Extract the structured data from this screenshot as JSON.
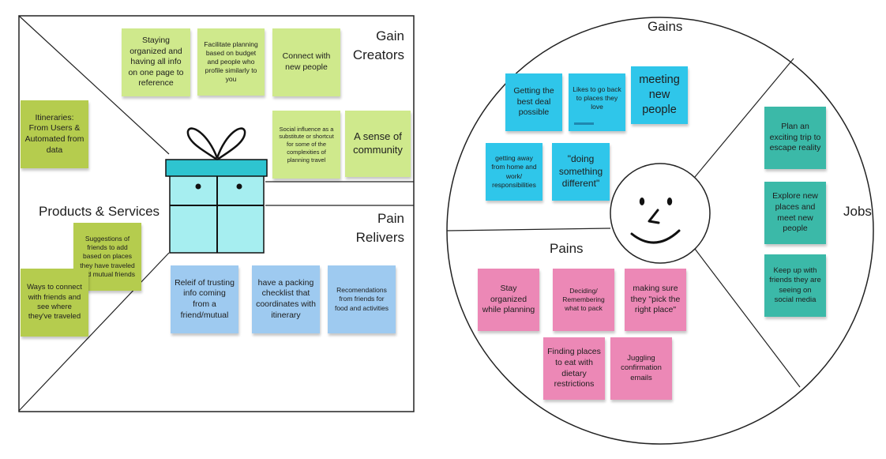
{
  "value_map": {
    "gain_creators_title": "Gain\nCreators",
    "pain_relievers_title": "Pain\nRelivers",
    "products_services_title": "Products & Services",
    "gain_creators": [
      "Staying organized and having all info on one page to reference",
      "Facilitate planning based on budget and people who profile similarly to you",
      "Connect with new people",
      "Social influence as a substitute or shortcut for some of the complexities of planning travel",
      "A sense of community"
    ],
    "products_services": [
      "Itineraries: From Users & Automated from data",
      "Suggestions of friends to add based on places they have traveled and mutual friends",
      "Ways to connect with friends and see where they've traveled"
    ],
    "pain_relievers": [
      "Releif of trusting info coming from a friend/mutual",
      "have a packing checklist that coordinates with itinerary",
      "Recomendations from friends for food and activities"
    ]
  },
  "customer_profile": {
    "gains_title": "Gains",
    "pains_title": "Pains",
    "jobs_title": "Jobs",
    "gains": [
      "Getting the best deal possible",
      "Likes to go back to places they love",
      "meeting new people",
      "getting away from home and work/ responsibilities",
      "\"doing something different\""
    ],
    "jobs": [
      "Plan an exciting trip to escape reality",
      "Explore new places and meet new people",
      "Keep up with friends they are seeing on social media"
    ],
    "pains": [
      "Stay organized while planning",
      "Deciding/ Remembering what to pack",
      "making sure they \"pick the right place\"",
      "Finding places to eat with dietary restrictions",
      "Juggling confirmation emails"
    ]
  },
  "colors": {
    "gain_creator_note": "#cfe98c",
    "product_note": "#b5cc4e",
    "pain_reliever_note": "#9ecaf0",
    "gain_note": "#2fc6ea",
    "job_note": "#3bb9a8",
    "pain_note": "#ec88b6",
    "gift_box": "#a6eef0",
    "gift_lid": "#2ec4d0"
  },
  "icons": {
    "gift": "gift-icon",
    "face": "smiley-face-icon"
  }
}
